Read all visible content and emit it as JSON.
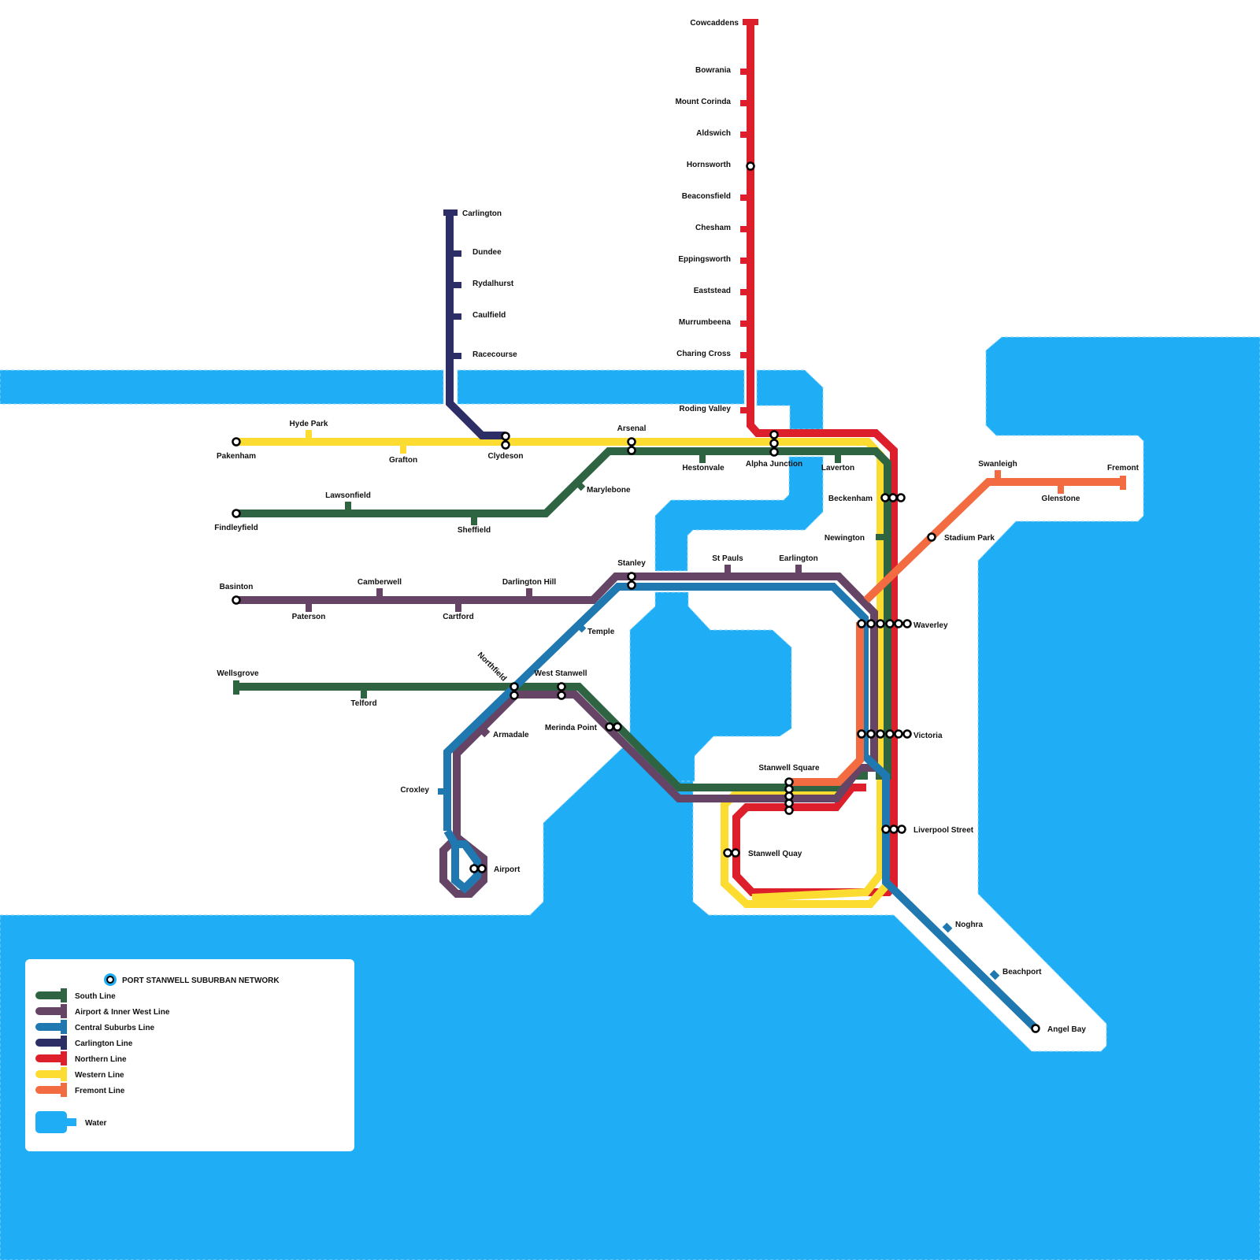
{
  "title": "PORT STANWELL SUBURBAN NETWORK",
  "colors": {
    "water": "#1fadf6",
    "land": "#ffffff",
    "south": "#2f6443",
    "airport": "#654465",
    "central": "#1f78b0",
    "carlington": "#2d2e66",
    "northern": "#dc1f2a",
    "western": "#fddc32",
    "fremont": "#f36b41"
  },
  "legend": {
    "items": [
      {
        "key": "south",
        "label": "South Line"
      },
      {
        "key": "airport",
        "label": "Airport & Inner West Line"
      },
      {
        "key": "central",
        "label": "Central Suburbs Line"
      },
      {
        "key": "carlington",
        "label": "Carlington Line"
      },
      {
        "key": "northern",
        "label": "Northern Line"
      },
      {
        "key": "western",
        "label": "Western Line"
      },
      {
        "key": "fremont",
        "label": "Fremont Line"
      }
    ],
    "water_label": "Water"
  },
  "lines": {
    "northern": {
      "name": "Northern Line",
      "stations": [
        "Cowcaddens",
        "Bowrania",
        "Mount Corinda",
        "Aldswich",
        "Hornsworth",
        "Beaconsfield",
        "Chesham",
        "Eppingsworth",
        "Eaststead",
        "Murrumbeena",
        "Charing Cross",
        "Roding Valley",
        "Alpha Junction",
        "Beckenham",
        "Waverley",
        "Victoria",
        "Stanwell Square",
        "Stanwell Quay",
        "Liverpool Street"
      ]
    },
    "carlington": {
      "name": "Carlington Line",
      "stations": [
        "Carlington",
        "Dundee",
        "Rydalhurst",
        "Caulfield",
        "Racecourse",
        "Clydeson"
      ]
    },
    "western": {
      "name": "Western Line",
      "stations": [
        "Pakenham",
        "Hyde Park",
        "Grafton",
        "Clydeson",
        "Arsenal",
        "Alpha Junction",
        "Beckenham",
        "Waverley",
        "Victoria",
        "Stanwell Square",
        "Stanwell Quay",
        "Liverpool Street"
      ]
    },
    "south": {
      "name": "South Line",
      "stations": [
        "Findleyfield",
        "Lawsonfield",
        "Sheffield",
        "Marylebone",
        "Arsenal",
        "Hestonvale",
        "Alpha Junction",
        "Laverton",
        "Beckenham",
        "Newington",
        "Waverley",
        "Victoria",
        "Stanwell Square",
        "Merinda Point",
        "West Stanwell",
        "Northfield",
        "Telford",
        "Wellsgrove"
      ]
    },
    "airport": {
      "name": "Airport & Inner West Line",
      "stations": [
        "Basinton",
        "Paterson",
        "Camberwell",
        "Cartford",
        "Darlington Hill",
        "Stanley",
        "St Pauls",
        "Earlington",
        "Waverley",
        "Victoria",
        "Stanwell Square",
        "Merinda Point",
        "West Stanwell",
        "Northfield",
        "Armadale",
        "Croxley",
        "Airport"
      ]
    },
    "central": {
      "name": "Central Suburbs Line",
      "stations": [
        "Airport",
        "Croxley",
        "Armadale",
        "Northfield",
        "Temple",
        "Stanley",
        "Waverley",
        "Victoria",
        "Liverpool Street",
        "Noghra",
        "Beachport",
        "Angel Bay"
      ]
    },
    "fremont": {
      "name": "Fremont Line",
      "stations": [
        "Stanwell Square",
        "Victoria",
        "Waverley",
        "Stadium Park",
        "Swanleigh",
        "Glenstone",
        "Fremont"
      ]
    }
  },
  "stations": {
    "cowcaddens": "Cowcaddens",
    "bowrania": "Bowrania",
    "mount_corinda": "Mount Corinda",
    "aldswich": "Aldswich",
    "hornsworth": "Hornsworth",
    "beaconsfield": "Beaconsfield",
    "chesham": "Chesham",
    "eppingsworth": "Eppingsworth",
    "eaststead": "Eaststead",
    "murrumbeena": "Murrumbeena",
    "charing_cross": "Charing Cross",
    "roding_valley": "Roding Valley",
    "carlington": "Carlington",
    "dundee": "Dundee",
    "rydalhurst": "Rydalhurst",
    "caulfield": "Caulfield",
    "racecourse": "Racecourse",
    "hyde_park": "Hyde Park",
    "pakenham": "Pakenham",
    "grafton": "Grafton",
    "clydeson": "Clydeson",
    "arsenal": "Arsenal",
    "hestonvale": "Hestonvale",
    "alpha_junction": "Alpha Junction",
    "laverton": "Laverton",
    "marylebone": "Marylebone",
    "lawsonfield": "Lawsonfield",
    "findleyfield": "Findleyfield",
    "sheffield": "Sheffield",
    "beckenham": "Beckenham",
    "newington": "Newington",
    "swanleigh": "Swanleigh",
    "fremont": "Fremont",
    "glenstone": "Glenstone",
    "stadium_park": "Stadium Park",
    "stanley": "Stanley",
    "st_pauls": "St Pauls",
    "earlington": "Earlington",
    "basinton": "Basinton",
    "camberwell": "Camberwell",
    "darlington_hill": "Darlington Hill",
    "paterson": "Paterson",
    "cartford": "Cartford",
    "temple": "Temple",
    "waverley": "Waverley",
    "wellsgrove": "Wellsgrove",
    "northfield": "Northfield",
    "west_stanwell": "West Stanwell",
    "telford": "Telford",
    "merinda_point": "Merinda Point",
    "armadale": "Armadale",
    "victoria": "Victoria",
    "croxley": "Croxley",
    "stanwell_square": "Stanwell Square",
    "liverpool_street": "Liverpool Street",
    "stanwell_quay": "Stanwell Quay",
    "airport": "Airport",
    "noghra": "Noghra",
    "beachport": "Beachport",
    "angel_bay": "Angel Bay"
  }
}
